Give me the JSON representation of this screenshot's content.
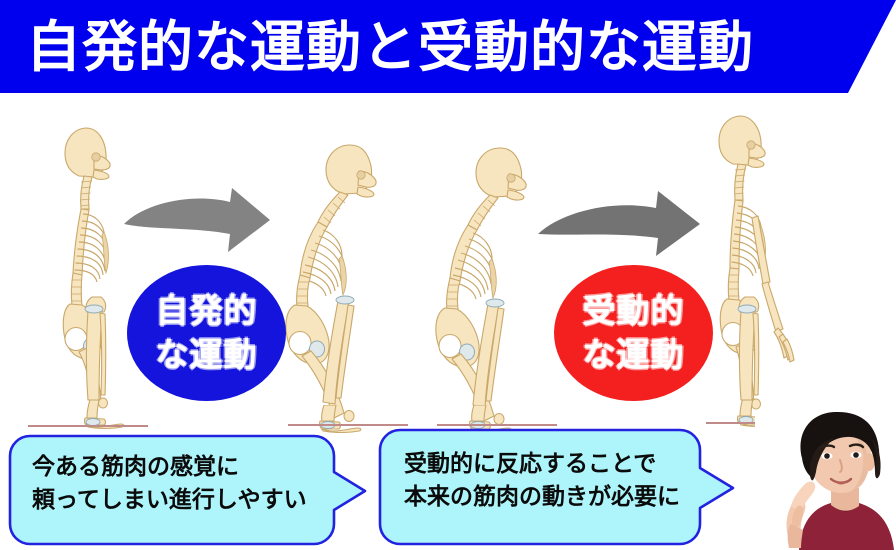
{
  "slide": {
    "title": "自発的な運動と受動的な運動",
    "background_color": "#ffffff",
    "banner_color": "#0000EE",
    "title_color": "#ffffff"
  },
  "callouts": [
    {
      "id": "spontaneous",
      "line1": "自発的",
      "line2": "な運動",
      "color": "#1414DC",
      "text_color": "#ffffff"
    },
    {
      "id": "passive",
      "line1": "受動的",
      "line2": "な運動",
      "color": "#F42020",
      "text_color": "#ffffff"
    }
  ],
  "bubbles": [
    {
      "id": "left",
      "line1": "今ある筋肉の感覚に",
      "line2": "頼ってしまい進行しやすい",
      "fill_color": "#ADF5FA",
      "border_color": "#2222E0",
      "text_color": "#0b0b0b",
      "tail": "right"
    },
    {
      "id": "right",
      "line1": "受動的に反応することで",
      "line2": "本来の筋肉の動きが必要に",
      "fill_color": "#ADF5FA",
      "border_color": "#2222E0",
      "text_color": "#0b0b0b",
      "tail": "right"
    }
  ],
  "figures": [
    {
      "id": "skeleton-1",
      "posture": "upright-slight-forward",
      "icon": "skeleton-side-view-icon"
    },
    {
      "id": "skeleton-2",
      "posture": "stooped-forward",
      "icon": "skeleton-side-view-icon"
    },
    {
      "id": "skeleton-3",
      "posture": "stooped-forward",
      "icon": "skeleton-side-view-icon"
    },
    {
      "id": "skeleton-4",
      "posture": "fully-upright",
      "icon": "skeleton-side-view-icon"
    }
  ],
  "arrows": [
    {
      "id": "arrow-1",
      "direction": "right",
      "color": "#808080",
      "icon": "curved-arrow-right-icon"
    },
    {
      "id": "arrow-2",
      "direction": "right",
      "color": "#737373",
      "icon": "curved-arrow-right-icon"
    }
  ],
  "presenter": {
    "description": "presenter-photo",
    "shirt_color": "#8E2238",
    "hair_color": "#17120f",
    "gesture": "pointing-up"
  }
}
